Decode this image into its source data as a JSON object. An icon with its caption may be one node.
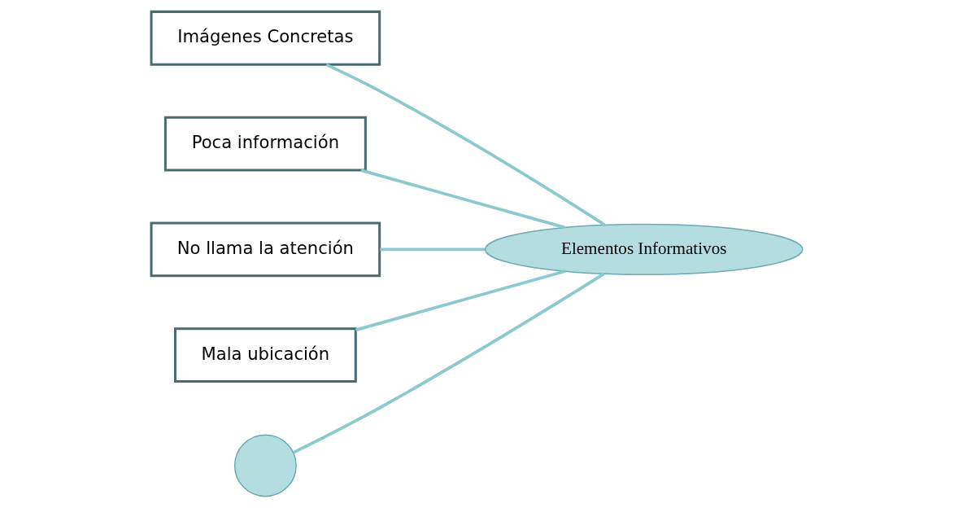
{
  "diagram": {
    "nodes": [
      {
        "text": [
          "Imágenes Concretas"
        ]
      },
      {
        "text": [
          "Poca información"
        ]
      },
      {
        "text": [
          "No llama la atención"
        ]
      },
      {
        "text": [
          "Mala ubicación"
        ]
      },
      {
        "text": [
          "Elementos Informativos"
        ]
      },
      {
        "text": [],
        "shape": "crescent"
      }
    ],
    "edges": [
      {
        "from": 0,
        "to": 4,
        "arrow": "none"
      },
      {
        "from": 1,
        "to": 4,
        "arrow": "none"
      },
      {
        "from": 2,
        "to": 4,
        "arrow": "none"
      },
      {
        "from": 3,
        "to": 4,
        "arrow": "none"
      },
      {
        "from": 5,
        "to": 4,
        "arrow": "none"
      }
    ]
  }
}
